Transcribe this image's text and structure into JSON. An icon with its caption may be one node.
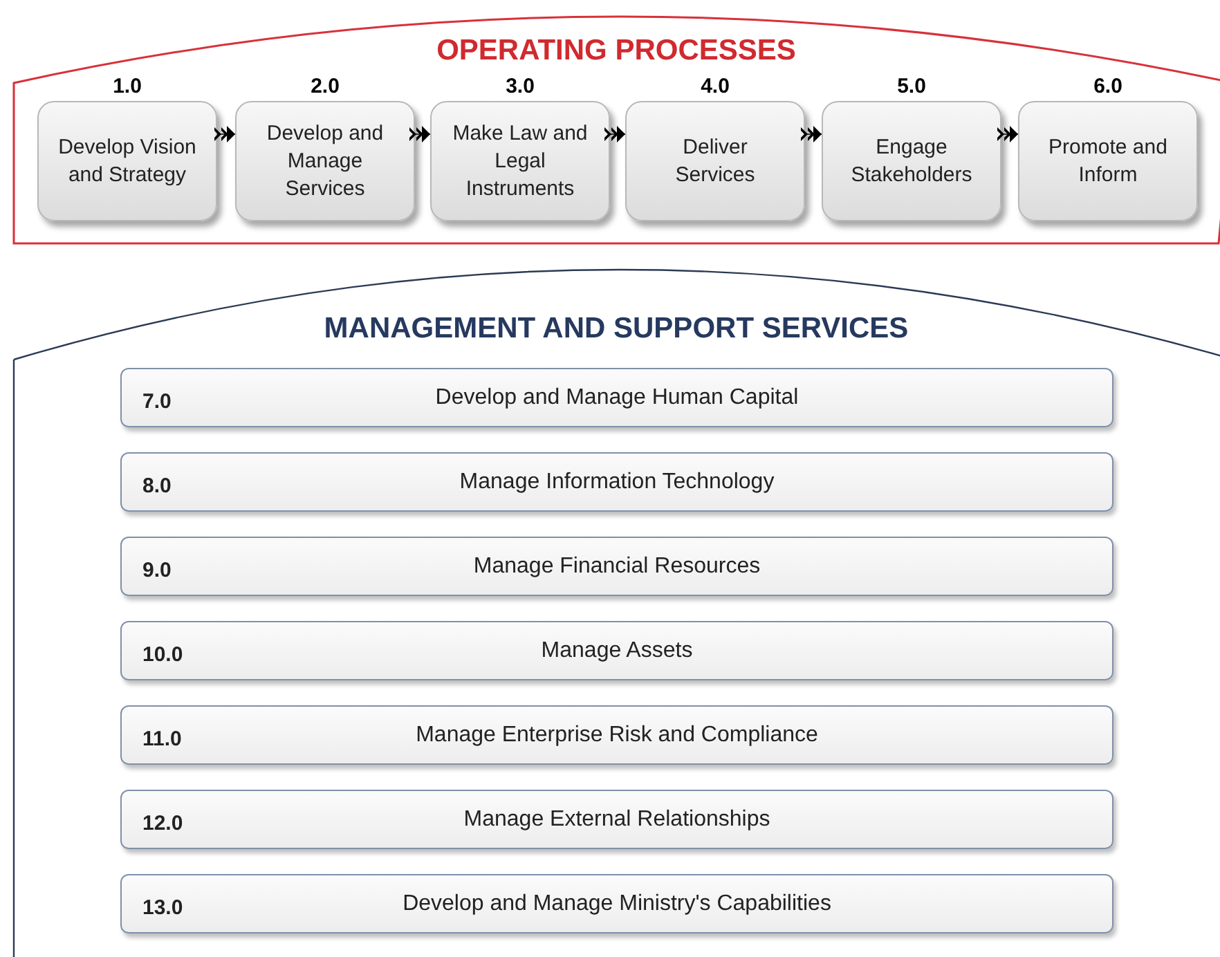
{
  "diagram": {
    "nodes": [
      {
        "text": [
          "OPERATING PROCESSES"
        ]
      },
      {
        "text": [
          "1.0",
          "Develop Vision and Strategy"
        ],
        "in": 0
      },
      {
        "text": [
          "2.0",
          "Develop and Manage Services"
        ],
        "in": 0
      },
      {
        "text": [
          "3.0",
          "Make Law and Legal Instruments"
        ],
        "in": 0
      },
      {
        "text": [
          "4.0",
          "Deliver Services"
        ],
        "in": 0
      },
      {
        "text": [
          "5.0",
          "Engage Stakeholders"
        ],
        "in": 0
      },
      {
        "text": [
          "6.0",
          "Promote and Inform"
        ],
        "in": 0
      },
      {
        "text": [
          "MANAGEMENT AND SUPPORT SERVICES"
        ]
      },
      {
        "text": [
          "7.0",
          "Develop and Manage Human Capital"
        ],
        "in": 7
      },
      {
        "text": [
          "8.0",
          "Manage Information Technology"
        ],
        "in": 7
      },
      {
        "text": [
          "9.0",
          "Manage Financial Resources"
        ],
        "in": 7
      },
      {
        "text": [
          "10.0",
          "Manage Assets"
        ],
        "in": 7
      },
      {
        "text": [
          "11.0",
          "Manage Enterprise Risk and Compliance"
        ],
        "in": 7
      },
      {
        "text": [
          "12.0",
          "Manage External Relationships"
        ],
        "in": 7
      },
      {
        "text": [
          "13.0",
          "Develop and Manage Ministry's Capabilities"
        ],
        "in": 7
      }
    ],
    "edges": [
      {
        "from": 1,
        "to": 2,
        "arrow": "to"
      },
      {
        "from": 2,
        "to": 3,
        "arrow": "to"
      },
      {
        "from": 3,
        "to": 4,
        "arrow": "to"
      },
      {
        "from": 4,
        "to": 5,
        "arrow": "to"
      },
      {
        "from": 5,
        "to": 6,
        "arrow": "to"
      }
    ]
  }
}
